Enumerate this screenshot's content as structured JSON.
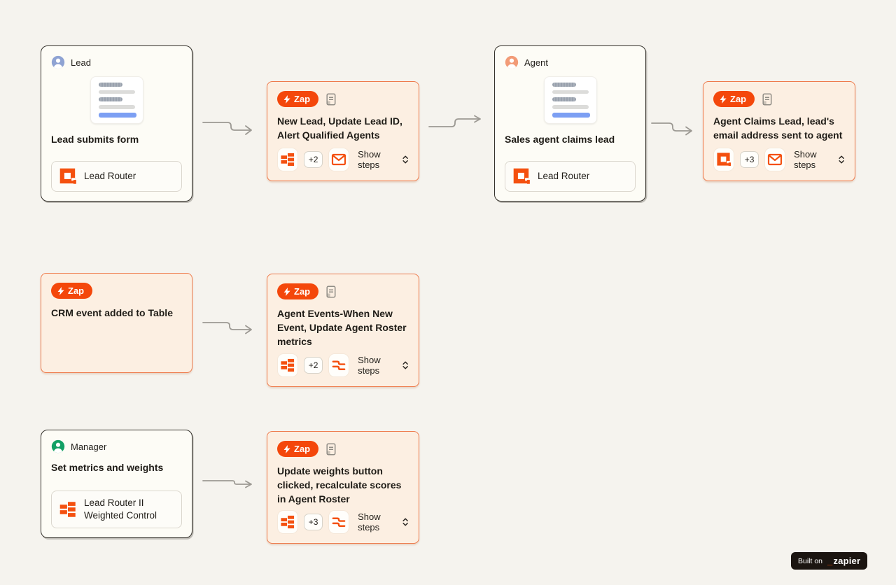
{
  "colors": {
    "canvas_bg": "#F5F3EE",
    "zap_orange": "#F4470B",
    "zap_card_bg": "#FCEFE2",
    "zap_card_border": "#EE7B4C",
    "persona_card_bg": "#FDFCF6",
    "persona_card_border": "#35322C",
    "lead_icon_blue": "#8FA3D3",
    "agent_icon_orange": "#F29B77",
    "manager_icon_green": "#13A065",
    "connector_gray": "#9C9993",
    "form_bar_blue": "#7C9FF3"
  },
  "icons": {
    "persona": "person-circle-icon",
    "zap_pill": "lightning-bolt-icon",
    "zap_note": "document-icon",
    "tables_app": "zapier-tables-icon",
    "lead_router_app": "lead-router-square-icon",
    "email_app": "envelope-icon",
    "steps_app": "stepped-lines-icon",
    "show_steps": "sort-chevrons-icon"
  },
  "nodes": {
    "lead": {
      "persona_label": "Lead",
      "title": "Lead submits form",
      "chip_label": "Lead Router"
    },
    "zap_new_lead": {
      "pill_label": "Zap",
      "title": "New Lead, Update Lead ID, Alert Qualified Agents",
      "overflow_count": "+2",
      "show_steps_label": "Show steps"
    },
    "agent": {
      "persona_label": "Agent",
      "title": "Sales agent claims lead",
      "chip_label": "Lead Router"
    },
    "zap_claim": {
      "pill_label": "Zap",
      "title": "Agent Claims Lead, lead's email address sent to agent",
      "overflow_count": "+3",
      "show_steps_label": "Show steps"
    },
    "zap_crm": {
      "pill_label": "Zap",
      "title": "CRM event added to Table"
    },
    "zap_agent_events": {
      "pill_label": "Zap",
      "title": "Agent Events-When New Event, Update Agent Roster metrics",
      "overflow_count": "+2",
      "show_steps_label": "Show steps"
    },
    "manager": {
      "persona_label": "Manager",
      "title": "Set metrics and weights",
      "chip_label": "Lead Router II Weighted Control"
    },
    "zap_weights": {
      "pill_label": "Zap",
      "title": "Update weights button clicked, recalculate scores in Agent Roster",
      "overflow_count": "+3",
      "show_steps_label": "Show steps"
    }
  },
  "footer_badge": {
    "prefix": "Built on",
    "underscore": "_",
    "brand": "zapier"
  }
}
